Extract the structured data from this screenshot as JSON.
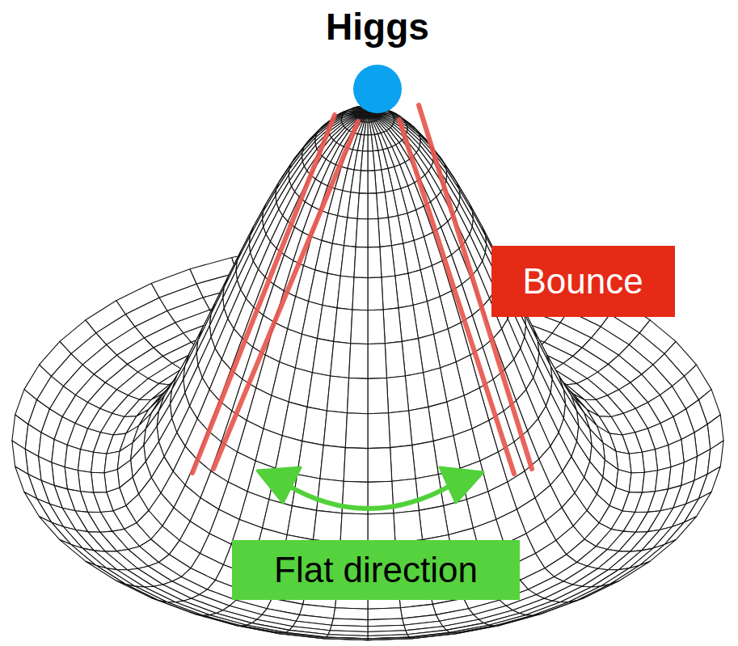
{
  "diagram": {
    "nodes": [
      {
        "text": [
          "Bounce"
        ]
      },
      {
        "text": [
          "Flat direction"
        ]
      }
    ],
    "labels": [
      "Higgs"
    ]
  }
}
